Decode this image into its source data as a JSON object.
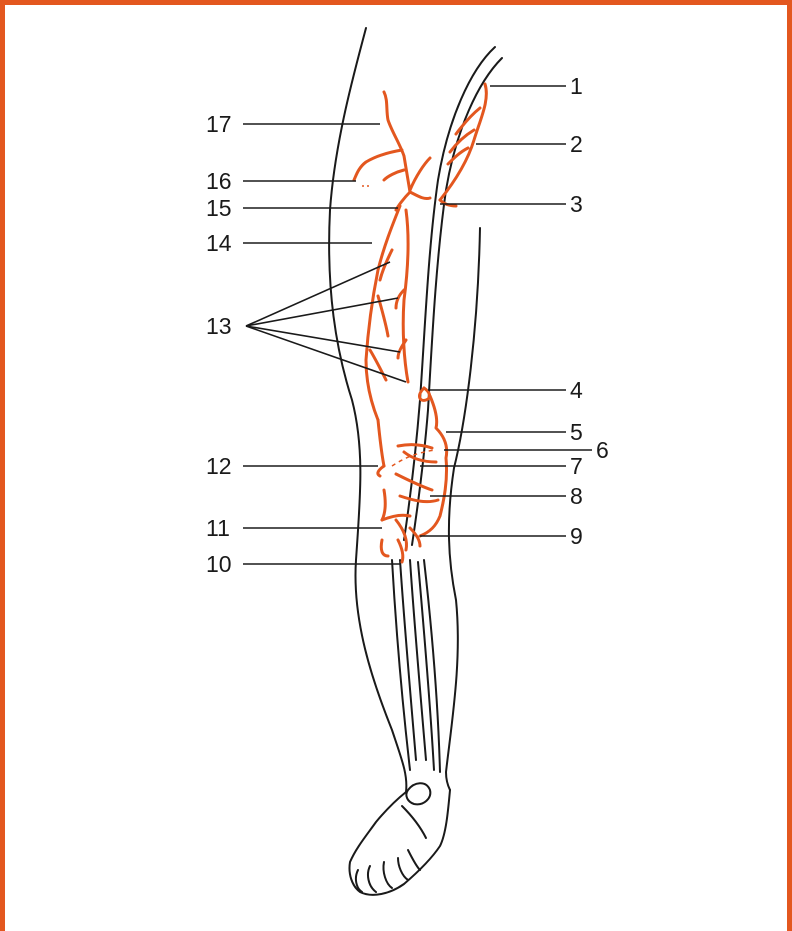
{
  "colors": {
    "frame": "#e3571f",
    "vessel": "#e3571f",
    "outline": "#1a1a1a",
    "background": "#ffffff"
  },
  "labels": [
    "1",
    "2",
    "3",
    "4",
    "5",
    "6",
    "7",
    "8",
    "9",
    "10",
    "11",
    "12",
    "13",
    "14",
    "15",
    "16",
    "17"
  ]
}
